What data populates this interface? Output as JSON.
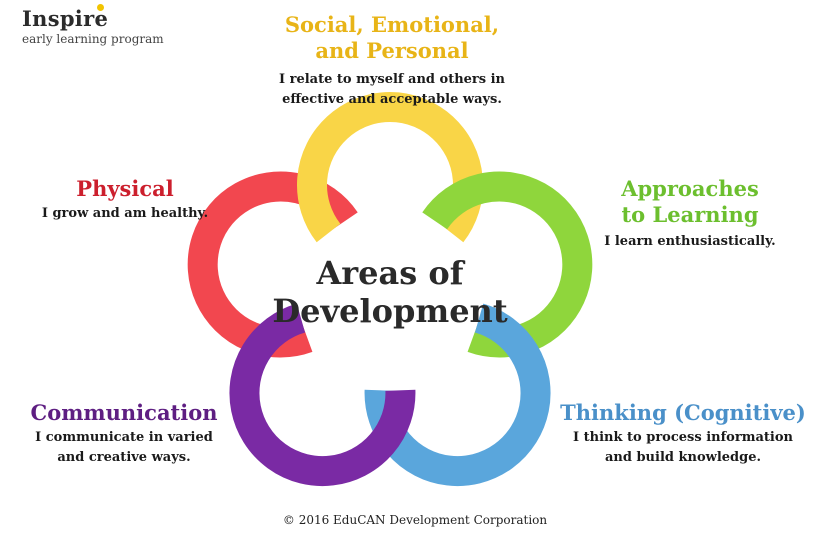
{
  "brand": {
    "name": "Inspire",
    "tagline": "early learning program"
  },
  "center": {
    "line1": "Areas of",
    "line2": "Development"
  },
  "areas": [
    {
      "title_lines": [
        "Social, Emotional,",
        "and Personal"
      ],
      "desc_lines": [
        "I relate to myself and others in",
        "effective and acceptable ways."
      ],
      "color": "#e8b417",
      "ring_color": "#f9d547"
    },
    {
      "title_lines": [
        "Approaches",
        "to Learning"
      ],
      "desc_lines": [
        "I learn enthusiastically."
      ],
      "color": "#6cbf2e",
      "ring_color": "#8fd63c"
    },
    {
      "title_lines": [
        "Thinking (Cognitive)"
      ],
      "desc_lines": [
        "I think to process information",
        "and build knowledge."
      ],
      "color": "#4a90c9",
      "ring_color": "#5aa6dc"
    },
    {
      "title_lines": [
        "Communication"
      ],
      "desc_lines": [
        "I communicate in varied",
        "and creative ways."
      ],
      "color": "#5e1e82",
      "ring_color": "#7a2aa4"
    },
    {
      "title_lines": [
        "Physical"
      ],
      "desc_lines": [
        "I grow and am healthy."
      ],
      "color": "#cc1f2d",
      "ring_color": "#f2474f"
    }
  ],
  "copyright": "© 2016 EduCAN Development Corporation"
}
